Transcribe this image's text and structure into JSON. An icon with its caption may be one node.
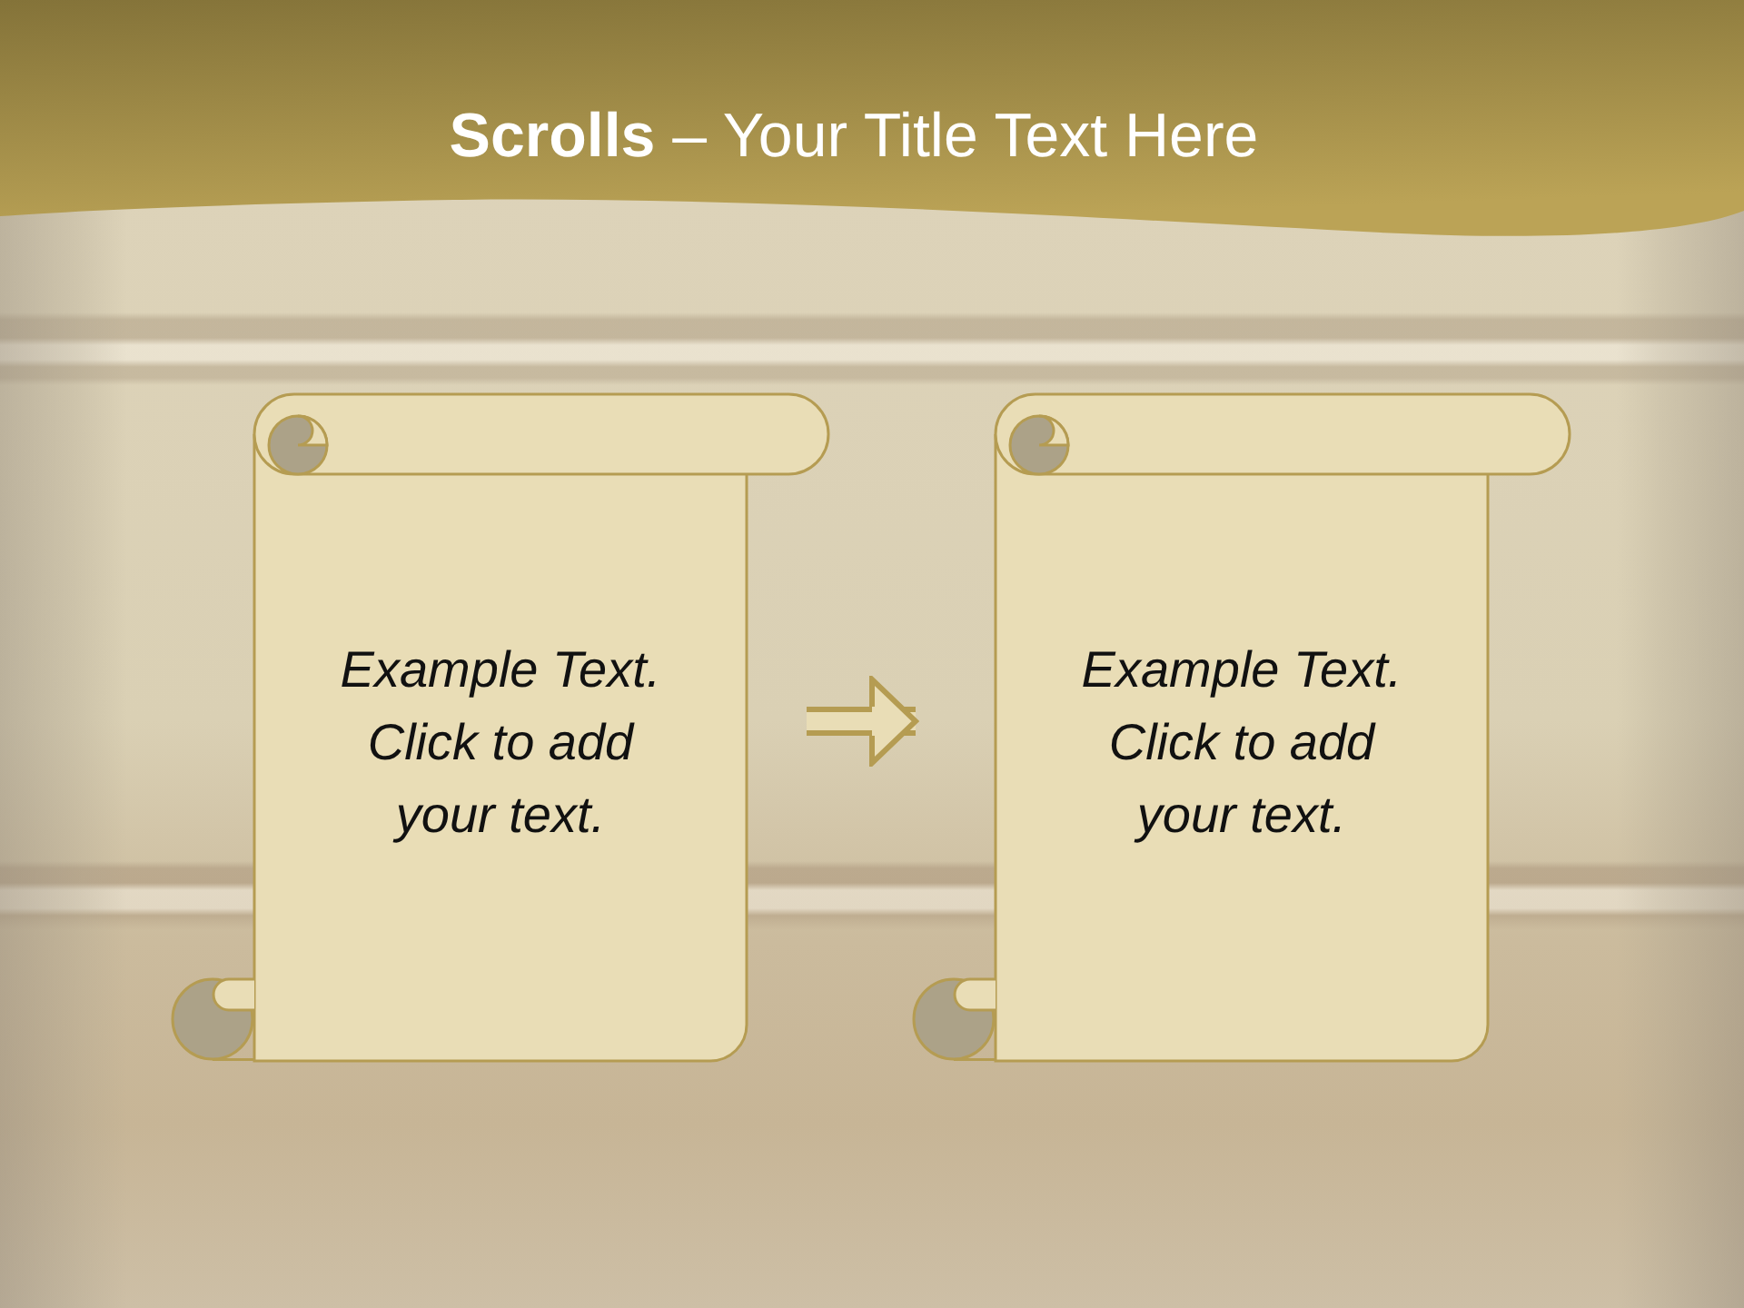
{
  "diagram": {
    "title": "**Scrolls** – Your Title Text Here",
    "nodes": [
      {
        "text": [
          "Example Text. Click to add your text."
        ]
      },
      {
        "text": [
          "Example Text. Click to add your text."
        ]
      }
    ],
    "edges": [
      {
        "from": 0,
        "to": 1,
        "arrow": "to"
      }
    ]
  }
}
